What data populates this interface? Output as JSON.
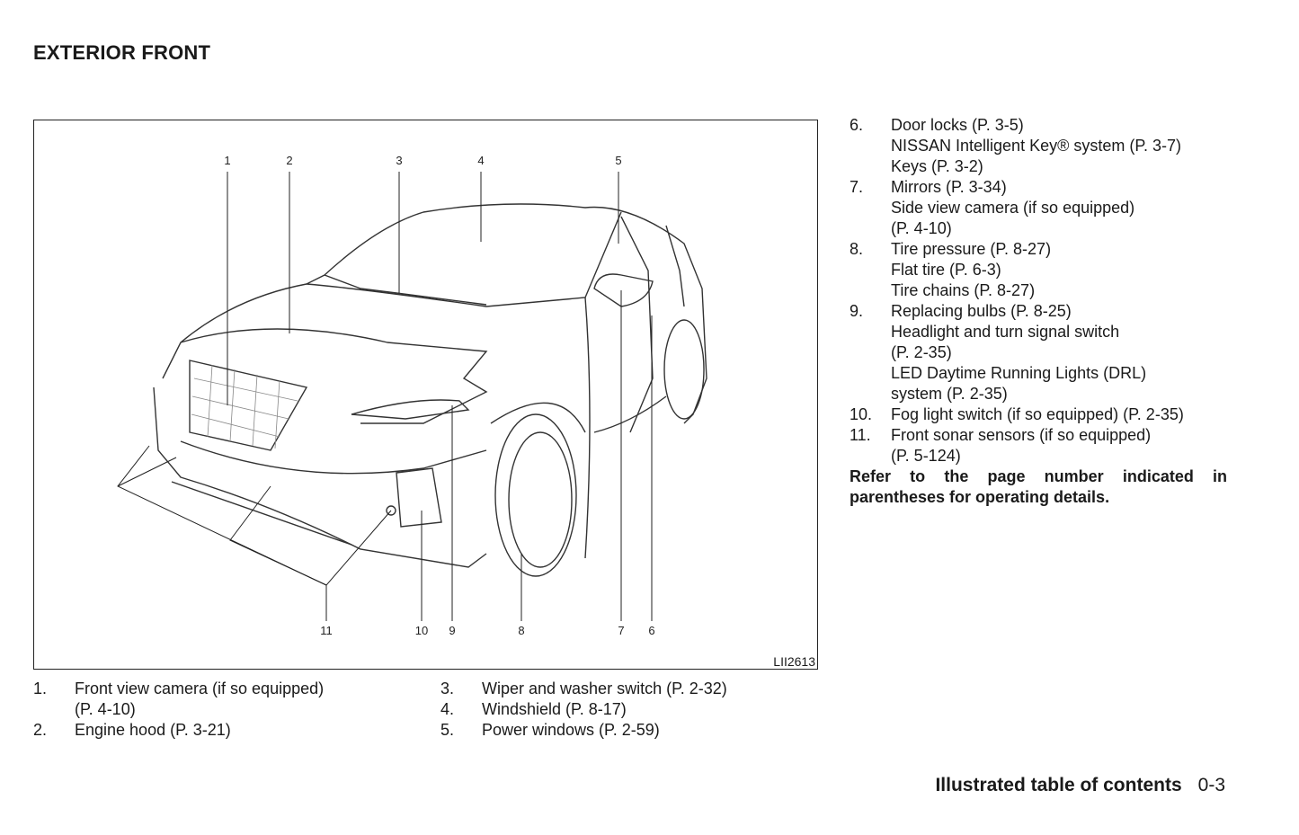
{
  "title": "EXTERIOR FRONT",
  "figure": {
    "code": "LII2613",
    "callouts": [
      "1",
      "2",
      "3",
      "4",
      "5",
      "6",
      "7",
      "8",
      "9",
      "10",
      "11"
    ]
  },
  "left_list": [
    {
      "num": "1.",
      "lines": [
        "Front view camera (if so equipped)",
        "(P. 4-10)"
      ]
    },
    {
      "num": "2.",
      "lines": [
        "Engine hood (P. 3-21)"
      ]
    }
  ],
  "mid_list": [
    {
      "num": "3.",
      "lines": [
        "Wiper and washer switch (P. 2-32)"
      ]
    },
    {
      "num": "4.",
      "lines": [
        "Windshield (P. 8-17)"
      ]
    },
    {
      "num": "5.",
      "lines": [
        "Power windows (P. 2-59)"
      ]
    }
  ],
  "right_list": [
    {
      "num": "6.",
      "lines": [
        "Door locks (P. 3-5)",
        "NISSAN Intelligent Key® system (P. 3-7)",
        "Keys (P. 3-2)"
      ]
    },
    {
      "num": "7.",
      "lines": [
        "Mirrors (P. 3-34)",
        "Side view camera (if so equipped)",
        "(P. 4-10)"
      ]
    },
    {
      "num": "8.",
      "lines": [
        "Tire pressure (P. 8-27)",
        "Flat tire (P. 6-3)",
        "Tire chains (P. 8-27)"
      ]
    },
    {
      "num": "9.",
      "lines": [
        "Replacing bulbs (P. 8-25)",
        "Headlight and turn signal switch",
        "(P. 2-35)",
        "LED Daytime Running Lights (DRL)",
        "system (P. 2-35)"
      ]
    },
    {
      "num": "10.",
      "lines": [
        "Fog light switch (if so equipped) (P. 2-35)"
      ]
    },
    {
      "num": "11.",
      "lines": [
        "Front sonar sensors (if so equipped)",
        "(P. 5-124)"
      ]
    }
  ],
  "note": [
    "Refer to the page number indicated in",
    "parentheses for operating details."
  ],
  "footer": {
    "section": "Illustrated table of contents",
    "page": "0-3"
  }
}
